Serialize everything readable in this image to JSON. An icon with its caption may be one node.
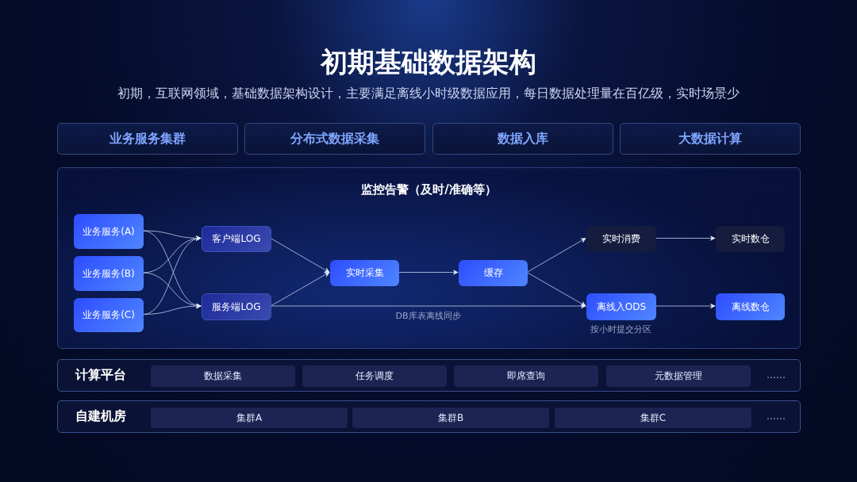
{
  "diagram": {
    "title": "初期基础数据架构",
    "nodes": [
      {
        "text": [
          "业务服务集群"
        ]
      },
      {
        "text": [
          "分布式数据采集"
        ]
      },
      {
        "text": [
          "数据入库"
        ]
      },
      {
        "text": [
          "大数据计算"
        ]
      },
      {
        "text": [
          "监控告警（及时/准确等）"
        ]
      },
      {
        "text": [
          "业务服务(A)"
        ],
        "in": 4
      },
      {
        "text": [
          "业务服务(B)"
        ],
        "in": 4
      },
      {
        "text": [
          "业务服务(C)"
        ],
        "in": 4
      },
      {
        "text": [
          "客户端LOG"
        ],
        "in": 4
      },
      {
        "text": [
          "服务端LOG"
        ],
        "in": 4
      },
      {
        "text": [
          "实时采集"
        ],
        "in": 4
      },
      {
        "text": [
          "缓存"
        ],
        "in": 4
      },
      {
        "text": [
          "实时消费"
        ],
        "in": 4
      },
      {
        "text": [
          "实时数仓"
        ],
        "in": 4
      },
      {
        "text": [
          "离线入ODS"
        ],
        "in": 4,
        "beside": [
          "按小时提交分区"
        ]
      },
      {
        "text": [
          "离线数仓"
        ],
        "in": 4
      },
      {
        "text": [
          "计算平台"
        ]
      },
      {
        "text": [
          "数据采集"
        ],
        "in": 16
      },
      {
        "text": [
          "任务调度"
        ],
        "in": 16
      },
      {
        "text": [
          "即席查询"
        ],
        "in": 16
      },
      {
        "text": [
          "元数据管理"
        ],
        "in": 16
      },
      {
        "text": [
          "自建机房"
        ]
      },
      {
        "text": [
          "集群A"
        ],
        "in": 21
      },
      {
        "text": [
          "集群B"
        ],
        "in": 21
      },
      {
        "text": [
          "集群C"
        ],
        "in": 21
      }
    ],
    "edges": [
      {
        "from": 5,
        "to": 8,
        "arrow": "to"
      },
      {
        "from": 5,
        "to": 9,
        "arrow": "to"
      },
      {
        "from": 6,
        "to": 8,
        "arrow": "to"
      },
      {
        "from": 6,
        "to": 9,
        "arrow": "to"
      },
      {
        "from": 7,
        "to": 8,
        "arrow": "to"
      },
      {
        "from": 7,
        "to": 9,
        "arrow": "to"
      },
      {
        "from": 8,
        "to": 10,
        "arrow": "to"
      },
      {
        "from": 9,
        "to": 10,
        "arrow": "to"
      },
      {
        "from": 10,
        "to": 11,
        "arrow": "to"
      },
      {
        "from": 11,
        "to": 12,
        "arrow": "to"
      },
      {
        "from": 11,
        "to": 14,
        "arrow": "to"
      },
      {
        "from": 12,
        "to": 13,
        "arrow": "to"
      },
      {
        "from": 14,
        "to": 15,
        "arrow": "to"
      },
      {
        "from": 9,
        "to": 14,
        "arrow": "to",
        "label": "DB库表离线同步"
      }
    ],
    "labels": [
      "初期，互联网领域，基础数据架构设计，主要满足离线小时级数据应用，每日数据处理量在百亿级，实时场景少",
      "……",
      "……"
    ]
  }
}
